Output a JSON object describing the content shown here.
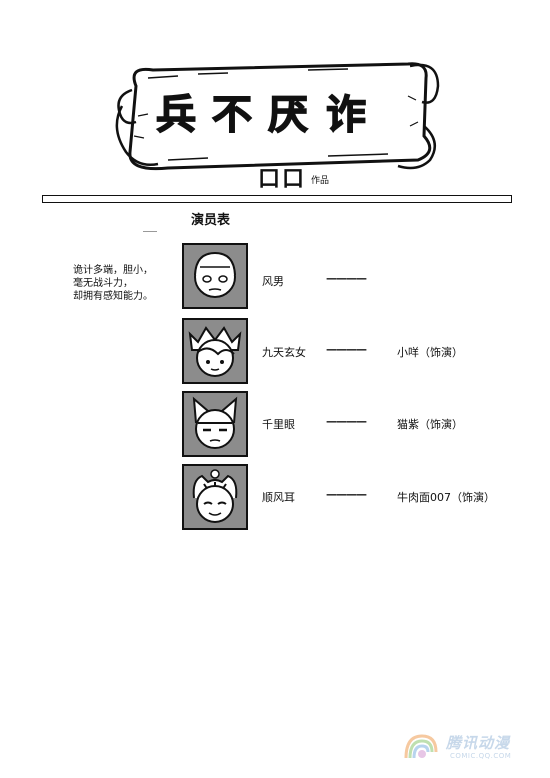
{
  "title": {
    "text": "兵不厌诈",
    "chars": [
      "兵",
      "不",
      "厌",
      "诈"
    ]
  },
  "author": {
    "name": "口口",
    "suffix": "作品"
  },
  "cast_title": "演员表",
  "description": "诡计多端，胆小，\n毫无战斗力，\n却拥有感知能力。",
  "cast": [
    {
      "role": "风男",
      "separator": "",
      "actor": "",
      "icon": "helmet-boy-portrait"
    },
    {
      "role": "九天玄女",
      "separator": "————",
      "actor": "小咩（饰演）",
      "icon": "tiara-girl-portrait"
    },
    {
      "role": "千里眼",
      "separator": "————",
      "actor": "猫紫（饰演）",
      "icon": "cat-ear-boy-portrait"
    },
    {
      "role": "顺风耳",
      "separator": "————",
      "actor": "牛肉面007（饰演）",
      "icon": "tiger-hat-boy-portrait"
    }
  ],
  "cast_first_separator": "————",
  "watermark": {
    "brand": "腾讯动漫",
    "url": "COMIC.QQ.COM"
  }
}
